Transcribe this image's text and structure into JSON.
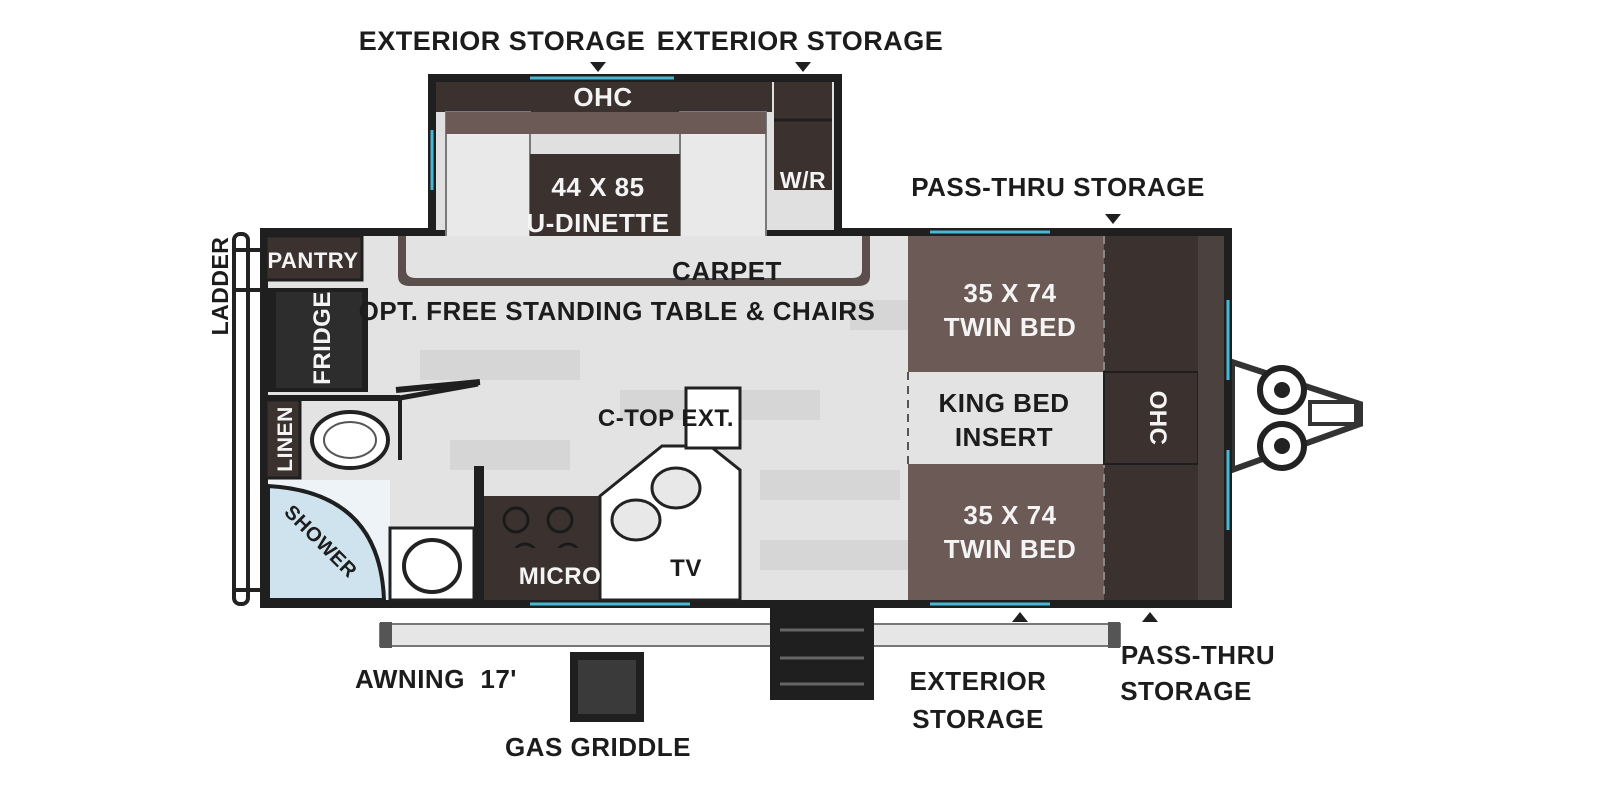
{
  "labels": {
    "exterior_storage_top_left": "EXTERIOR STORAGE",
    "exterior_storage_top_right": "EXTERIOR STORAGE",
    "ohc_slide": "OHC",
    "wr": "W/R",
    "dinette_size": "44 X 85",
    "dinette_name": "U-DINETTE",
    "carpet": "CARPET",
    "opt_table": "OPT. FREE STANDING TABLE & CHAIRS",
    "pass_thru_top": "PASS-THRU STORAGE",
    "ladder": "LADDER",
    "pantry": "PANTRY",
    "fridge": "FRIDGE",
    "linen": "LINEN",
    "shower": "SHOWER",
    "ctop_ext": "C-TOP EXT.",
    "micro": "MICRO",
    "tv": "TV",
    "twin_bed_top_size": "35 X 74",
    "twin_bed_top_name": "TWIN BED",
    "king_insert_line1": "KING BED",
    "king_insert_line2": "INSERT",
    "ohc_front": "OHC",
    "twin_bed_bottom_size": "35 X 74",
    "twin_bed_bottom_name": "TWIN BED",
    "awning": "AWNING  17'",
    "gas_griddle": "GAS GRIDDLE",
    "exterior_storage_bottom_line1": "EXTERIOR",
    "exterior_storage_bottom_line2": "STORAGE",
    "pass_thru_bottom_line1": "PASS-THRU",
    "pass_thru_bottom_line2": "STORAGE"
  },
  "colors": {
    "wall": "#1f1f1f",
    "floor": "#e3e3e3",
    "dark_cabinet": "#3b3230",
    "bed": "#6b5a55",
    "accent_blue": "#49b8d6"
  }
}
